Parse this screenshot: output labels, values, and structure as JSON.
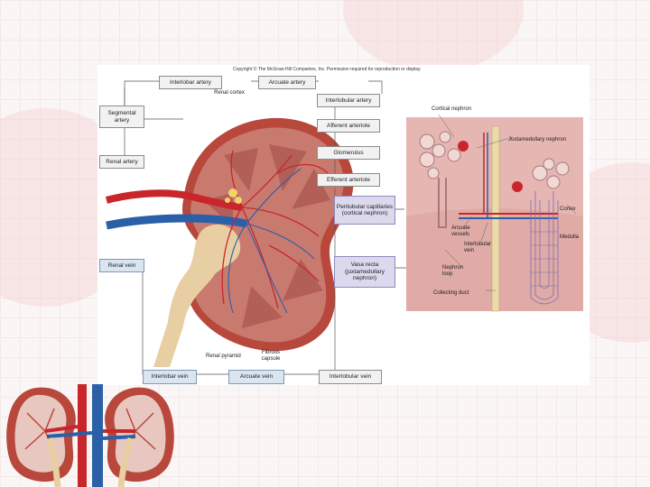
{
  "caption": "Copyright © The McGraw-Hill Companies, Inc. Permission required for reproduction or display.",
  "flow_boxes": {
    "interlobar_artery": "Interlobar artery",
    "arcuate_artery": "Arcuate artery",
    "segmental_artery": "Segmental artery",
    "renal_artery": "Renal artery",
    "interlobular_artery": "Interlobular artery",
    "afferent_arteriole": "Afferent arteriole",
    "glomerulus": "Glomerulus",
    "efferent_arteriole": "Efferent arteriole",
    "peritubular_capillaries": "Peritubular capillaries (cortical nephron)",
    "vasa_recta": "Vasa recta (juxtamedullary nephron)",
    "renal_vein": "Renal vein",
    "interlobar_vein": "Interlobar vein",
    "arcuate_vein": "Arcuate vein",
    "interlobular_vein": "Interlobular vein"
  },
  "kidney_labels": {
    "renal_cortex": "Renal cortex",
    "renal_pyramid": "Renal pyramid",
    "fibrous_capsule": "Fibrous capsule"
  },
  "nephron_labels": {
    "cortical_nephron": "Cortical nephron",
    "juxtamedullary_nephron": "Juxtamedullary nephron",
    "cortex": "Cortex",
    "medulla": "Medulla",
    "arcuate_vessels": "Arcuate vessels",
    "interlobular_vein": "Interlobular vein",
    "nephron_loop": "Nephron loop",
    "collecting_duct": "Collecting duct"
  },
  "colors": {
    "artery": "#c8262b",
    "vein": "#2b5fa8",
    "kidney": "#b8473c",
    "cortex": "#c97a6f",
    "background_tint": "#f3c9c9"
  }
}
